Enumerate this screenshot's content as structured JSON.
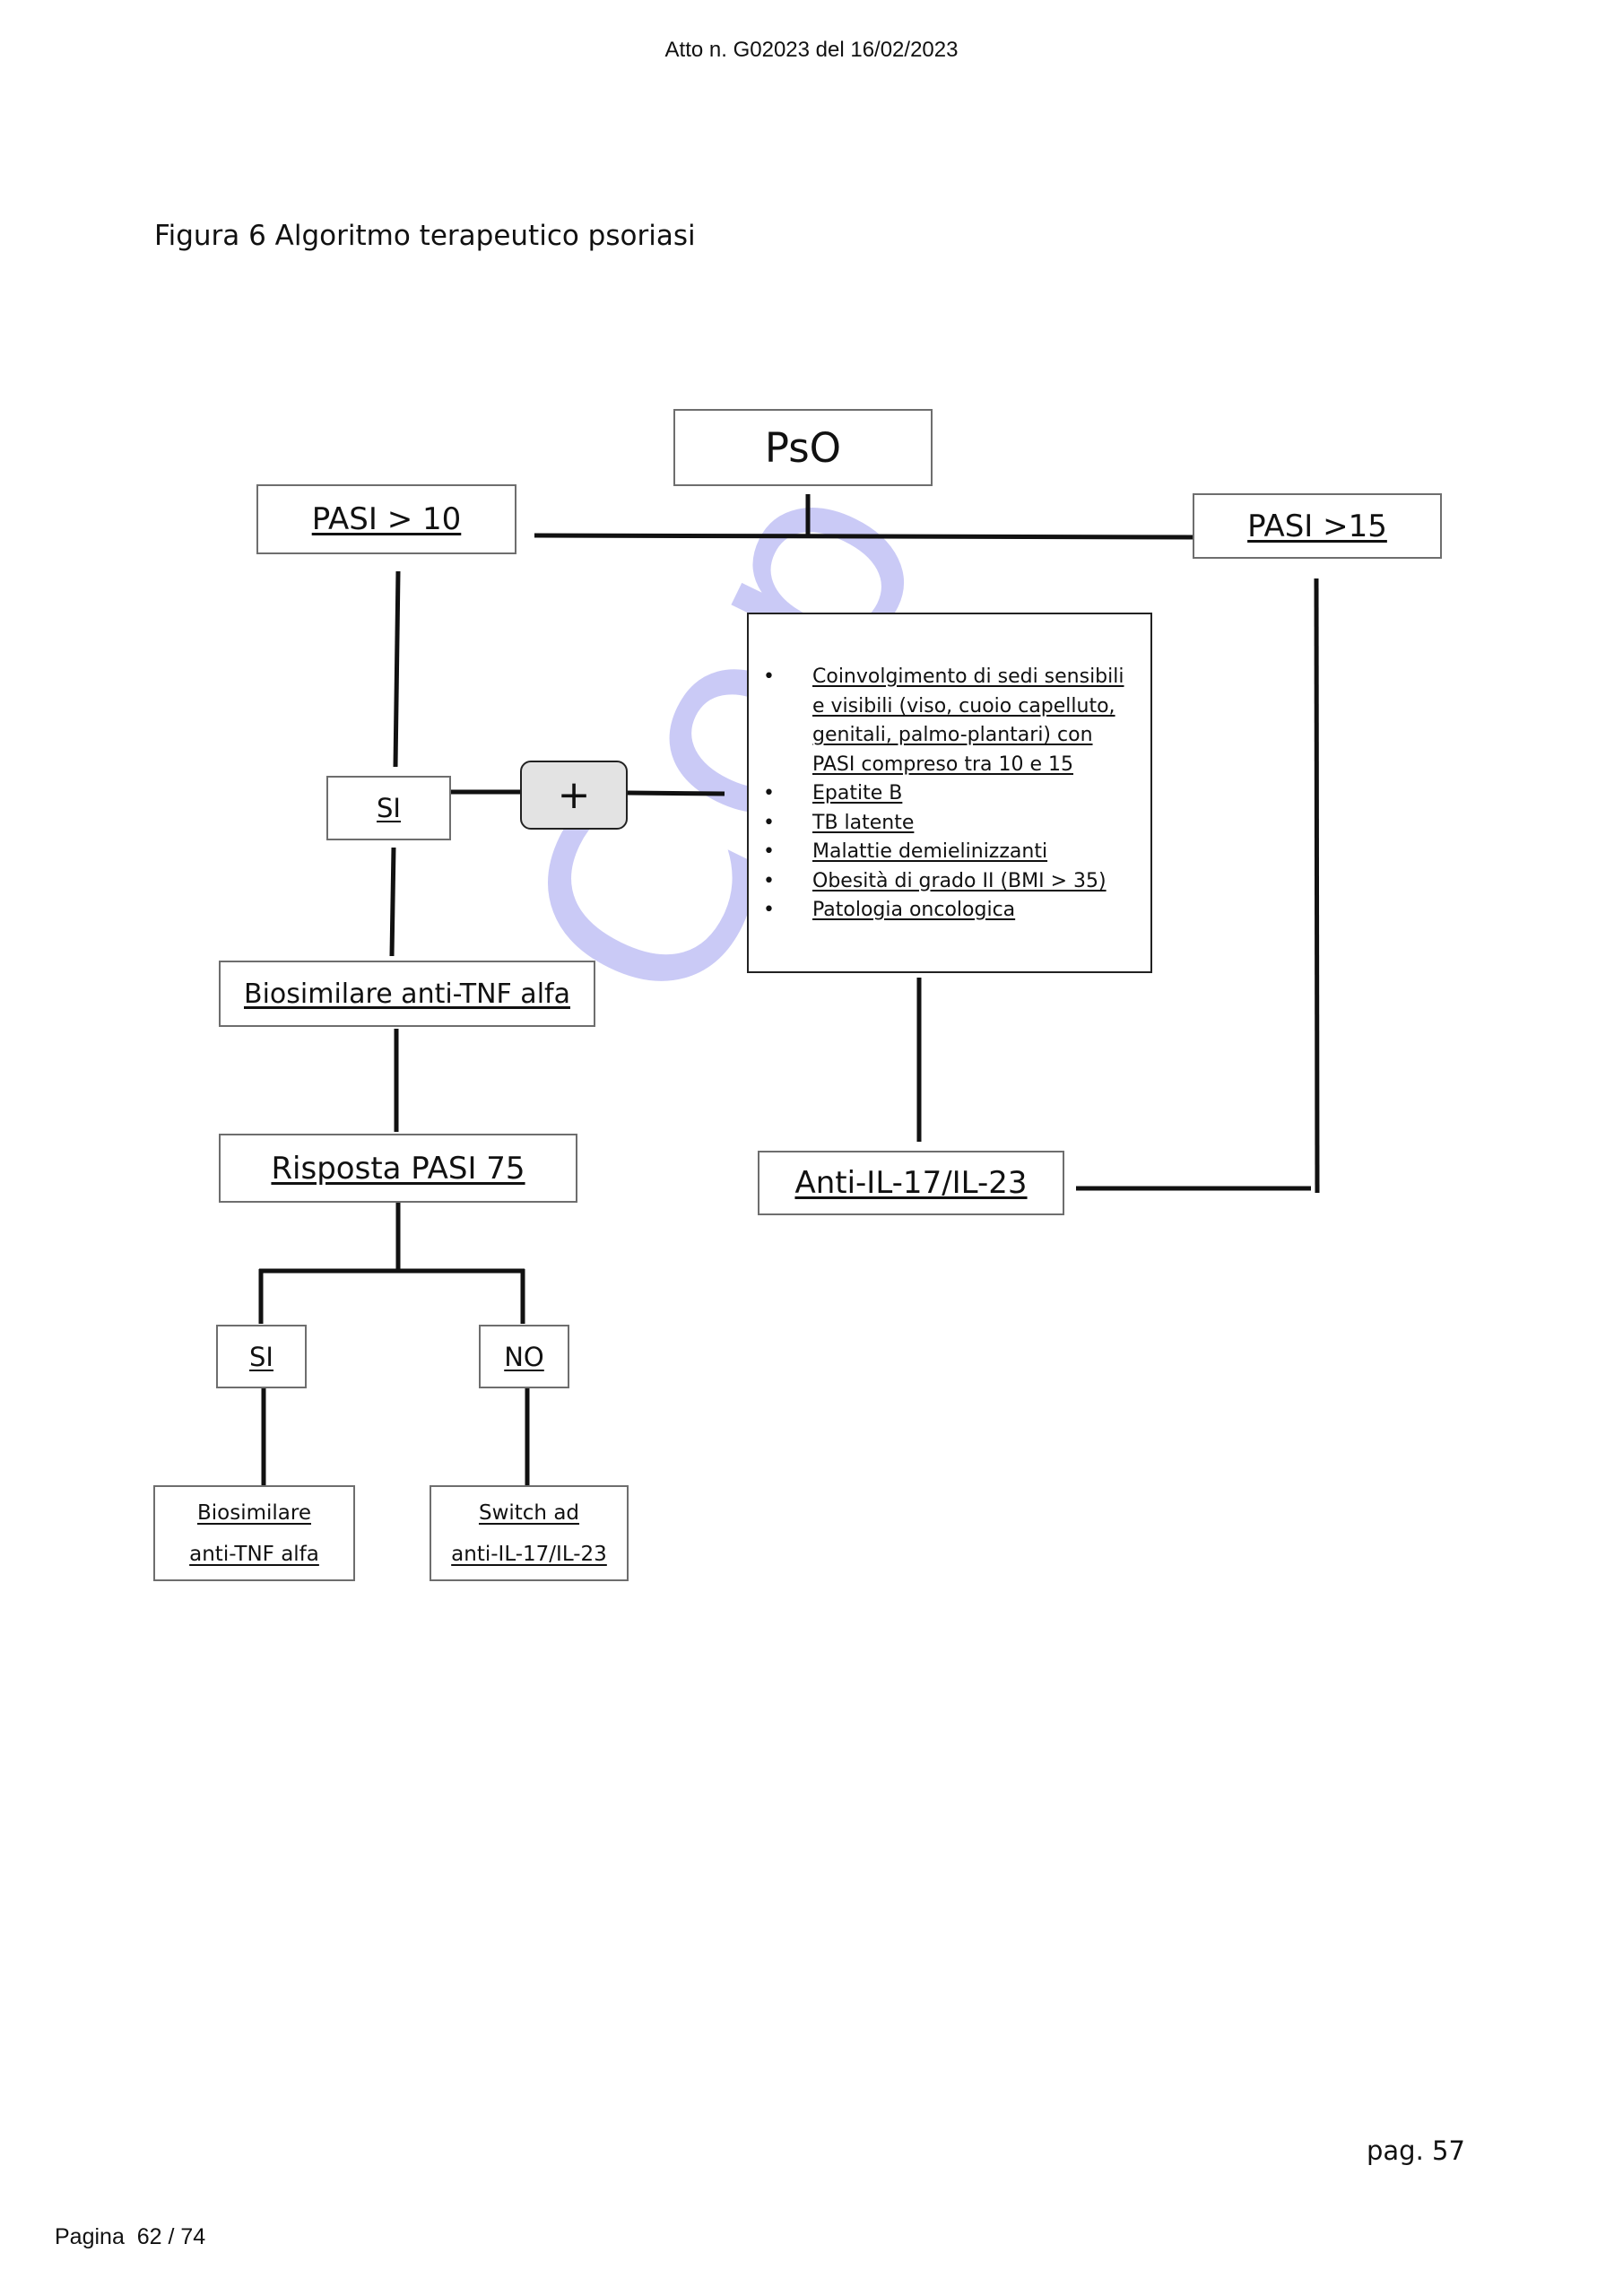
{
  "header": {
    "act": "Atto n. G02023 del 16/02/2023"
  },
  "figure": {
    "caption": "Figura 6 Algoritmo terapeutico psoriasi"
  },
  "watermark": {
    "text": "Cop"
  },
  "diagram": {
    "root": "PsO",
    "pasi_low": "PASI > 10",
    "pasi_high": "PASI >15",
    "si_top": "SI",
    "plus": "+",
    "criteria": [
      "Coinvolgimento di sedi sensibili e visibili  (viso, cuoio capelluto, genitali, palmo-plantari) con PASI compreso tra 10 e 15",
      "Epatite B",
      "TB latente",
      "Malattie demielinizzanti",
      "Obesità di grado II (BMI > 35)",
      "Patologia oncologica"
    ],
    "bullet": "•",
    "biosimilar": "Biosimilare anti-TNF alfa",
    "response": "Risposta PASI 75",
    "anti_il": "Anti-IL-17/IL-23",
    "si_bottom": "SI",
    "no_bottom": "NO",
    "outcome_yes": {
      "line1": "Biosimilare",
      "line2": "anti-TNF alfa"
    },
    "outcome_no": {
      "line1": "Switch ad",
      "line2": "anti-IL-17/IL-23"
    }
  },
  "footer": {
    "page_number": "pag. 57",
    "pagination": "Pagina  62 / 74"
  }
}
